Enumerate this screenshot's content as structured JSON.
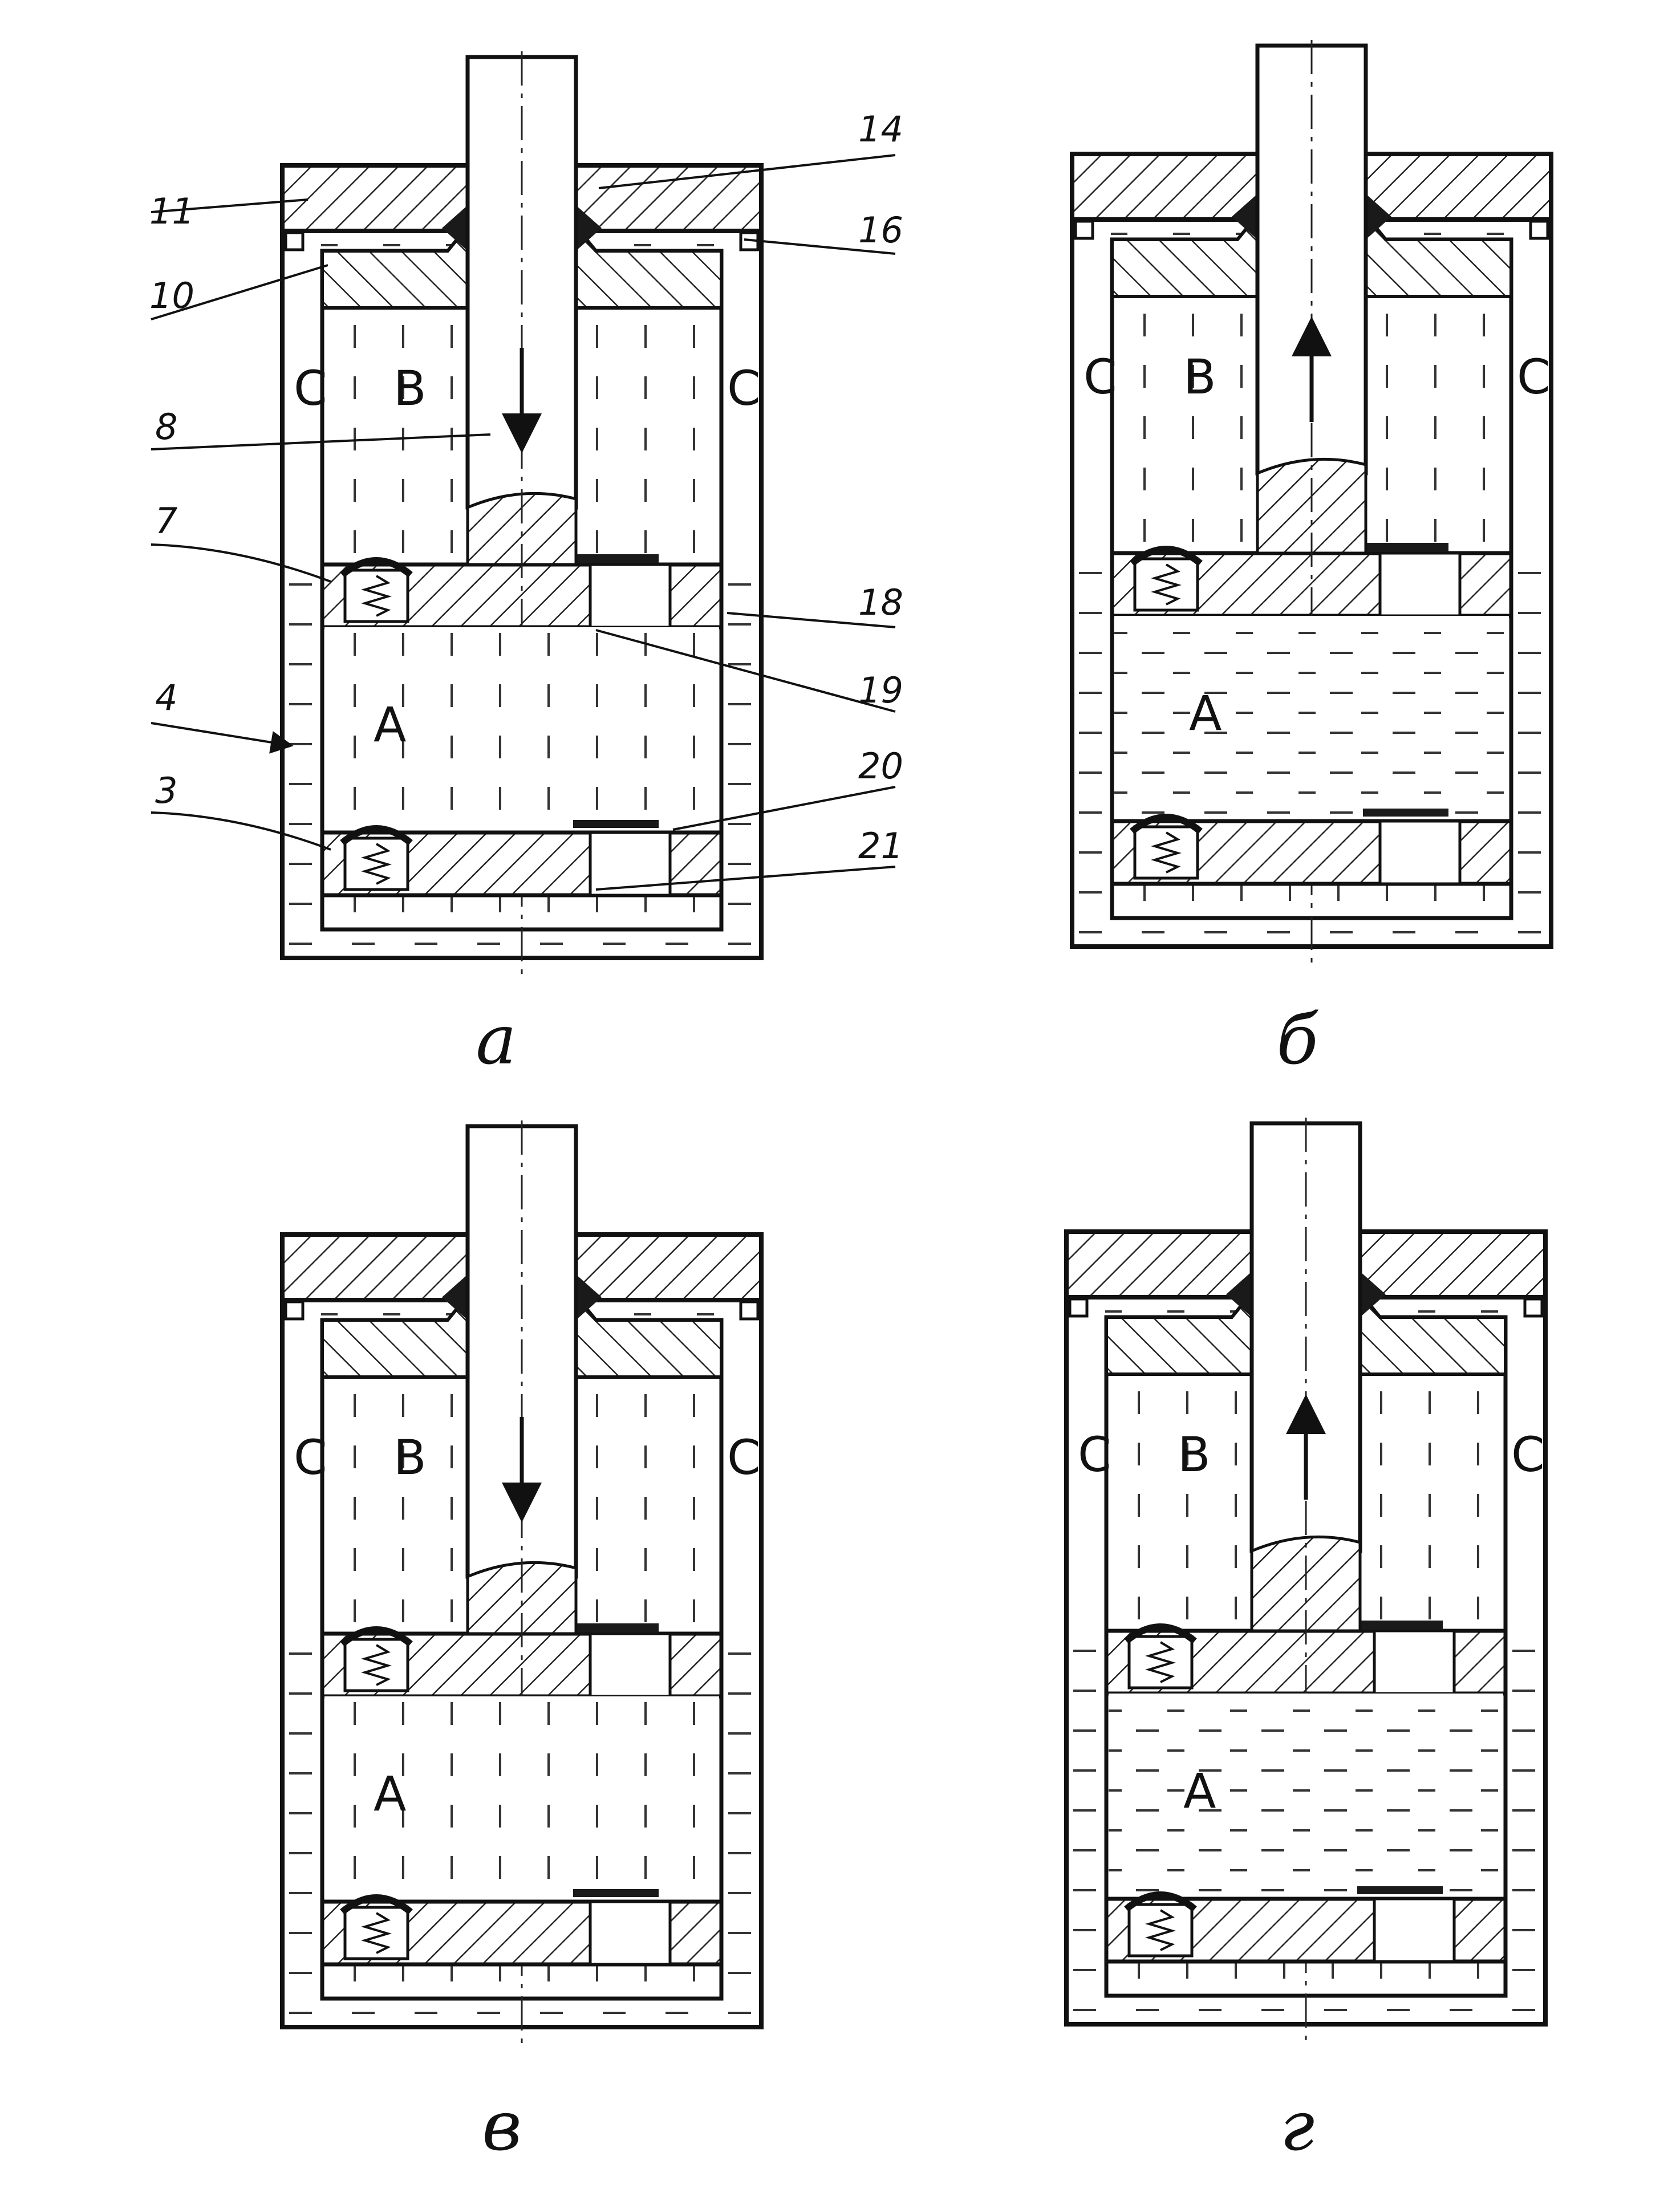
{
  "figure": {
    "panels": [
      {
        "id": "a",
        "caption": "а",
        "rod_direction": "down",
        "zones": {
          "left_c": "С",
          "right_c": "С",
          "upper": "В",
          "lower": "А"
        }
      },
      {
        "id": "b",
        "caption": "б",
        "rod_direction": "up",
        "zones": {
          "left_c": "С",
          "right_c": "С",
          "upper": "В",
          "lower": "А"
        }
      },
      {
        "id": "v",
        "caption": "в",
        "rod_direction": "down",
        "zones": {
          "left_c": "С",
          "right_c": "С",
          "upper": "В",
          "lower": "А"
        }
      },
      {
        "id": "g",
        "caption": "г",
        "rod_direction": "up",
        "zones": {
          "left_c": "С",
          "right_c": "С",
          "upper": "В",
          "lower": "А"
        }
      }
    ],
    "callouts": [
      {
        "key": "c11",
        "text": "11"
      },
      {
        "key": "c10",
        "text": "10"
      },
      {
        "key": "c8",
        "text": "8"
      },
      {
        "key": "c7",
        "text": "7"
      },
      {
        "key": "c4",
        "text": "4"
      },
      {
        "key": "c3",
        "text": "3"
      },
      {
        "key": "c14",
        "text": "14"
      },
      {
        "key": "c16",
        "text": "16"
      },
      {
        "key": "c18",
        "text": "18"
      },
      {
        "key": "c19",
        "text": "19"
      },
      {
        "key": "c20",
        "text": "20"
      },
      {
        "key": "c21",
        "text": "21"
      }
    ],
    "colors": {
      "ink": "#111111",
      "paper": "#ffffff",
      "seal": "#1a1a1a"
    }
  }
}
